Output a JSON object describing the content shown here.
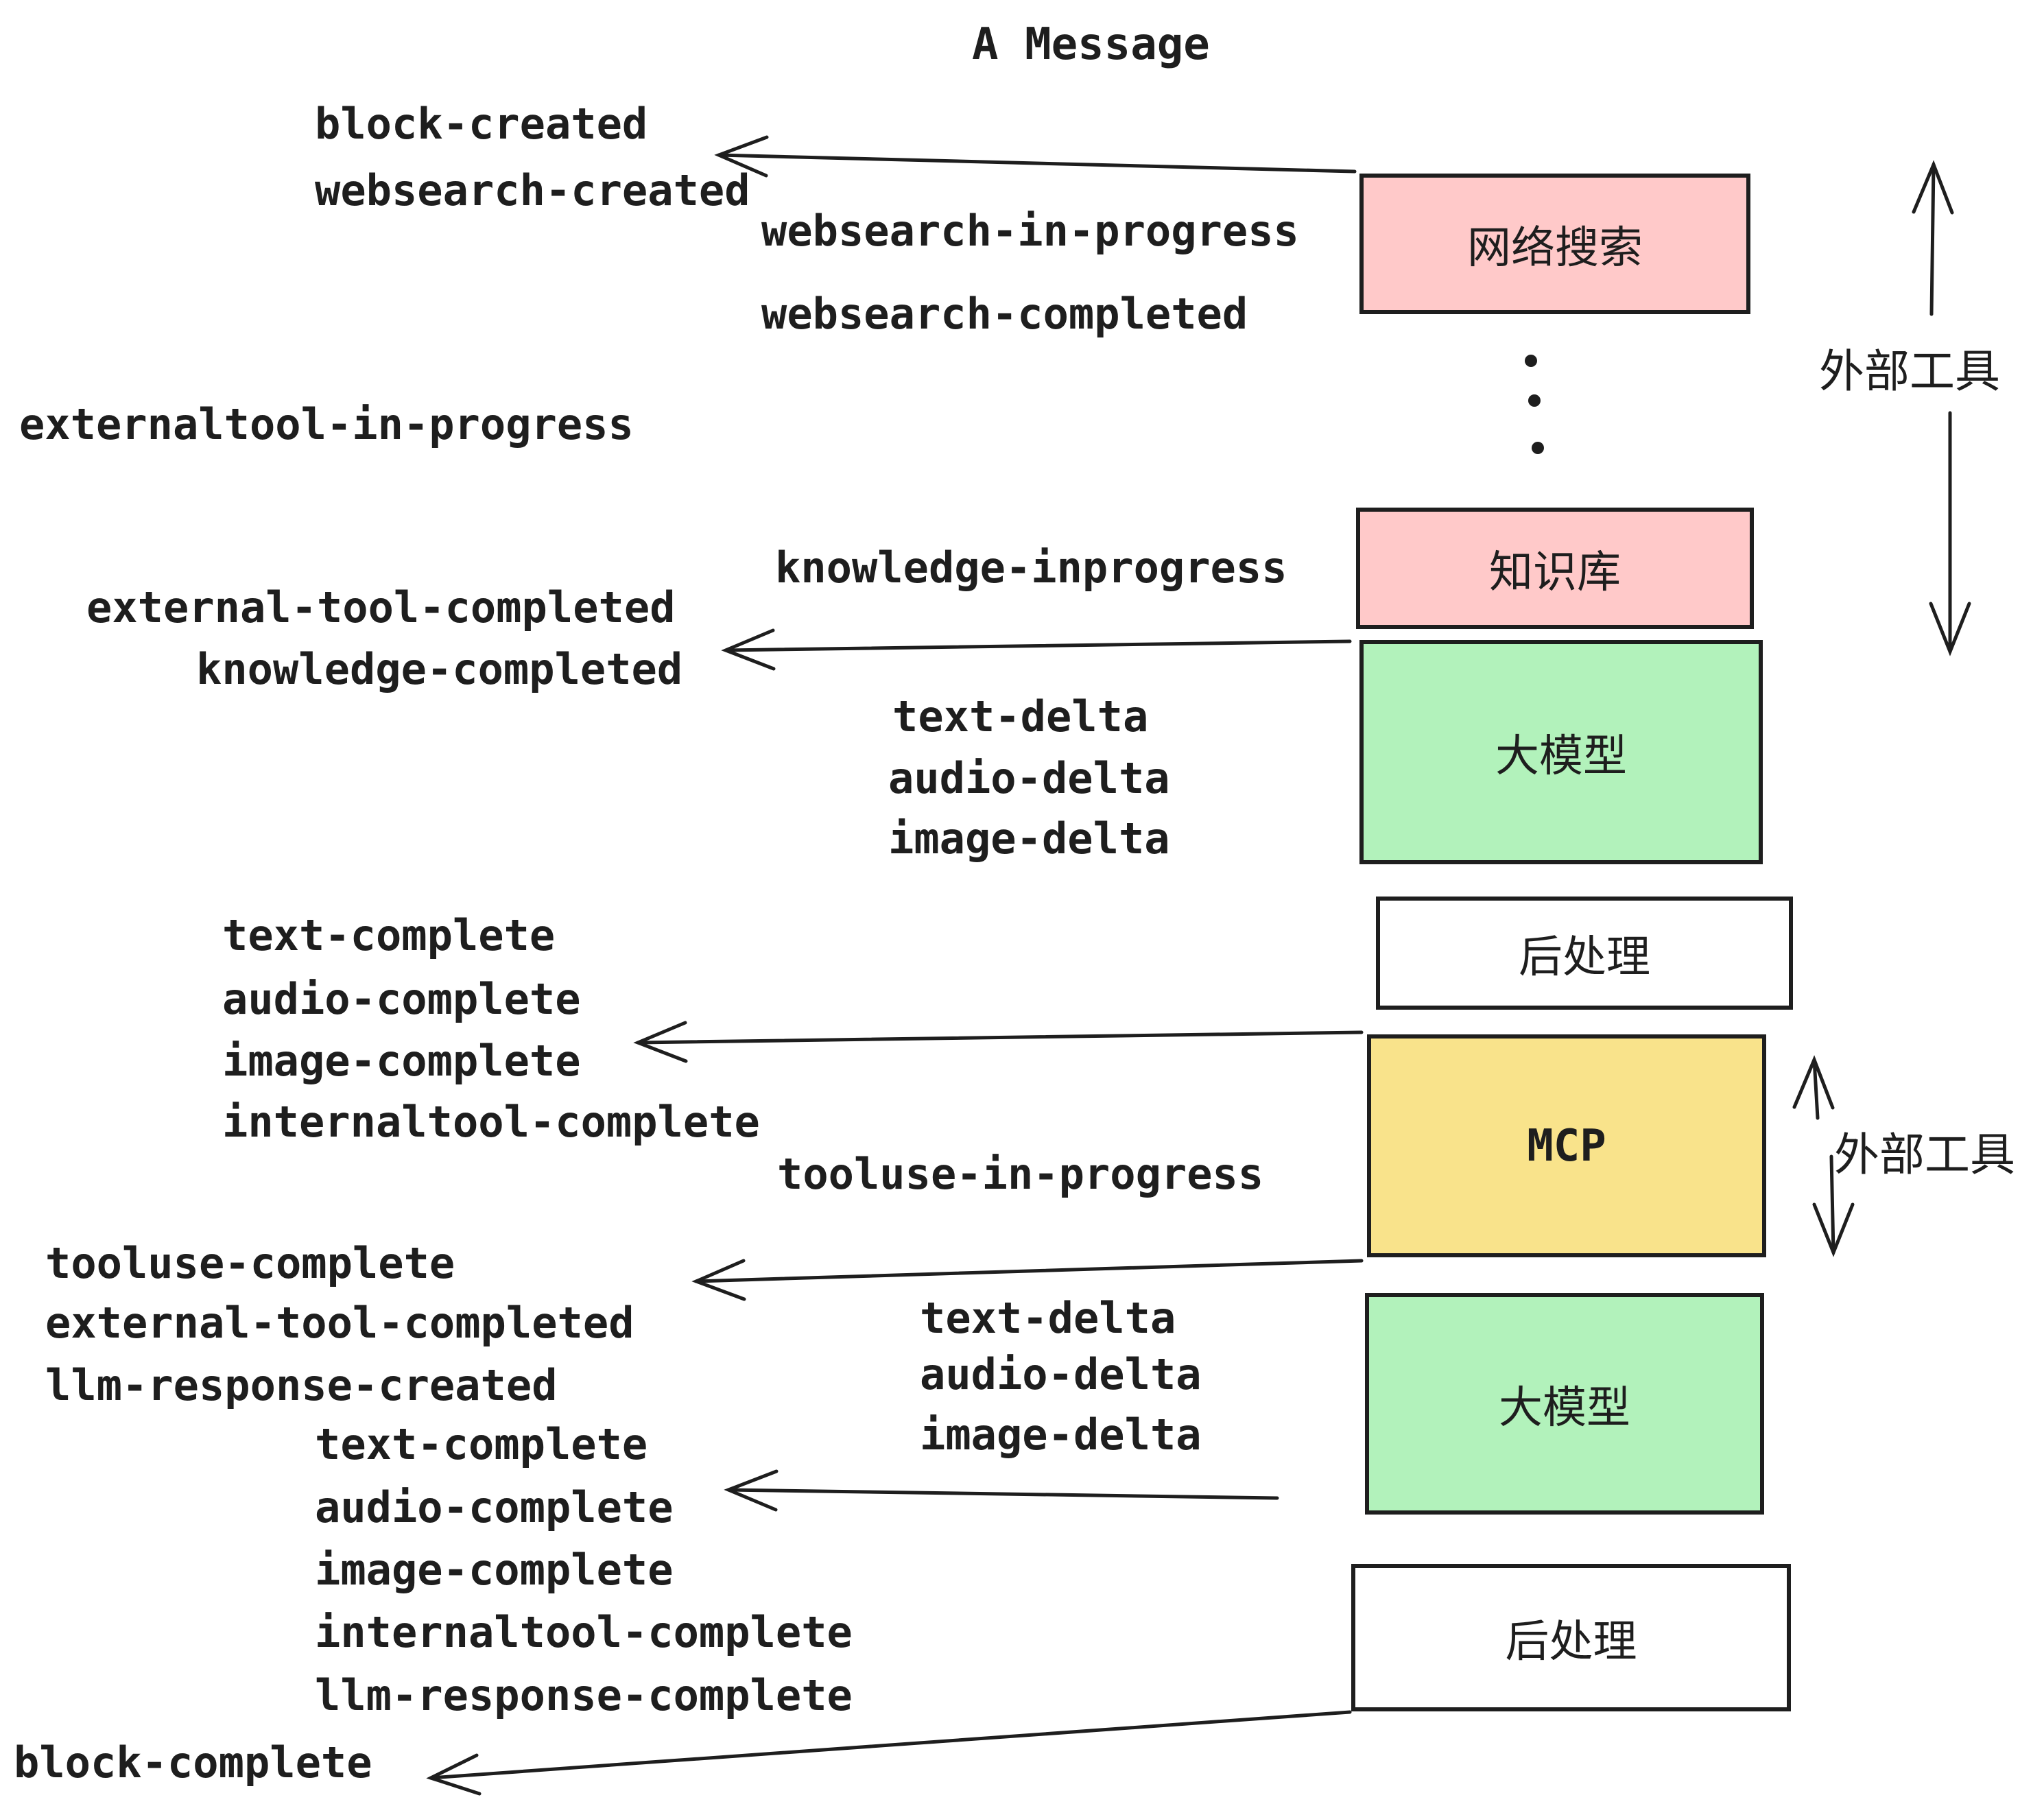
{
  "title": "A Message",
  "colors": {
    "ink": "#1e1e1e",
    "pink": "#FFC9C9",
    "green": "#B2F2BB",
    "yellow": "#F9E38B",
    "white": "#ffffff"
  },
  "boxes": {
    "websearch": "网络搜索",
    "knowledge": "知识库",
    "llm1": "大模型",
    "post1": "后处理",
    "mcp": "MCP",
    "llm2": "大模型",
    "post2": "后处理"
  },
  "annotations": {
    "external_tools_top": "外部工具",
    "external_tools_mcp": "外部工具"
  },
  "event_labels": [
    {
      "text": "block-created"
    },
    {
      "text": "websearch-created"
    },
    {
      "text": "websearch-in-progress"
    },
    {
      "text": "websearch-completed"
    },
    {
      "text": "externaltool-in-progress"
    },
    {
      "text": "knowledge-inprogress"
    },
    {
      "text": "external-tool-completed"
    },
    {
      "text": "knowledge-completed"
    },
    {
      "text": "text-delta"
    },
    {
      "text": "audio-delta"
    },
    {
      "text": "image-delta"
    },
    {
      "text": "text-complete"
    },
    {
      "text": "audio-complete"
    },
    {
      "text": "image-complete"
    },
    {
      "text": "internaltool-complete"
    },
    {
      "text": "tooluse-in-progress"
    },
    {
      "text": "tooluse-complete"
    },
    {
      "text": "external-tool-completed"
    },
    {
      "text": "llm-response-created"
    },
    {
      "text": "text-complete"
    },
    {
      "text": "audio-complete"
    },
    {
      "text": "image-complete"
    },
    {
      "text": "internaltool-complete"
    },
    {
      "text": "llm-response-complete"
    },
    {
      "text": "block-complete"
    },
    {
      "text": "text-delta"
    },
    {
      "text": "audio-delta"
    },
    {
      "text": "image-delta"
    }
  ]
}
